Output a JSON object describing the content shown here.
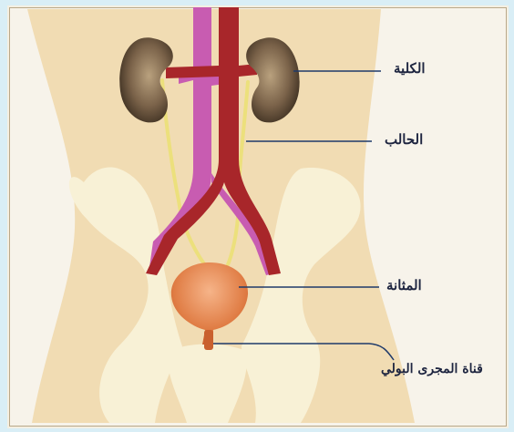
{
  "labels": {
    "kidney": "الكلية",
    "ureter": "الحالب",
    "bladder": "المثانة",
    "urethra": "قناة المجرى البولي"
  },
  "colors": {
    "background": "#d9eef6",
    "panel": "#f7f3ea",
    "torso": "#f1dcb3",
    "bone": "#f8f1d6",
    "kidney": "#6c5640",
    "vein": "#c85cb1",
    "artery": "#a8262a",
    "ureter": "#ece07c",
    "bladder": "#e58a4c",
    "label_text": "#1e2540",
    "leader_line": "#1f3a6a"
  }
}
